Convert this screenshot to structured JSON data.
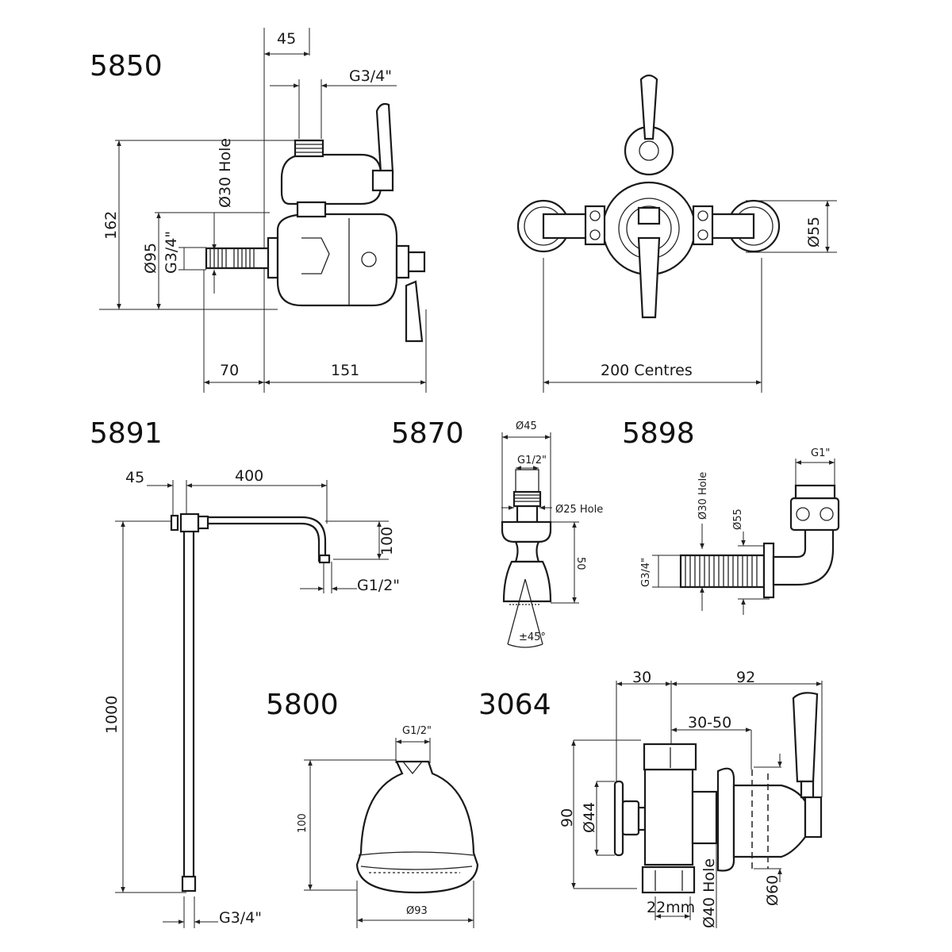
{
  "products": {
    "p5850": {
      "code": "5850",
      "dim_45": "45",
      "dim_g34_top": "G3/4\"",
      "dim_hole": "Ø30 Hole",
      "dim_162": "162",
      "dim_95": "Ø95",
      "dim_g34_side": "G3/4\"",
      "dim_70": "70",
      "dim_151": "151",
      "dim_centres": "200 Centres",
      "dim_55": "Ø55"
    },
    "p5891": {
      "code": "5891",
      "dim_45": "45",
      "dim_400": "400",
      "dim_100": "100",
      "dim_g12": "G1/2\"",
      "dim_1000": "1000",
      "dim_g34": "G3/4\""
    },
    "p5870": {
      "code": "5870",
      "dim_45": "Ø45",
      "dim_g12": "G1/2\"",
      "dim_hole": "Ø25 Hole",
      "dim_50": "50",
      "dim_angle": "±45°"
    },
    "p5898": {
      "code": "5898",
      "dim_g1": "G1\"",
      "dim_hole": "Ø30 Hole",
      "dim_55": "Ø55",
      "dim_g34": "G3/4\""
    },
    "p5800": {
      "code": "5800",
      "dim_g12": "G1/2\"",
      "dim_100": "100",
      "dim_93": "Ø93"
    },
    "p3064": {
      "code": "3064",
      "dim_30": "30",
      "dim_92": "92",
      "dim_3050": "30-50",
      "dim_90": "90",
      "dim_44": "Ø44",
      "dim_hole": "Ø40 Hole",
      "dim_22": "22mm",
      "dim_60": "Ø60"
    }
  }
}
